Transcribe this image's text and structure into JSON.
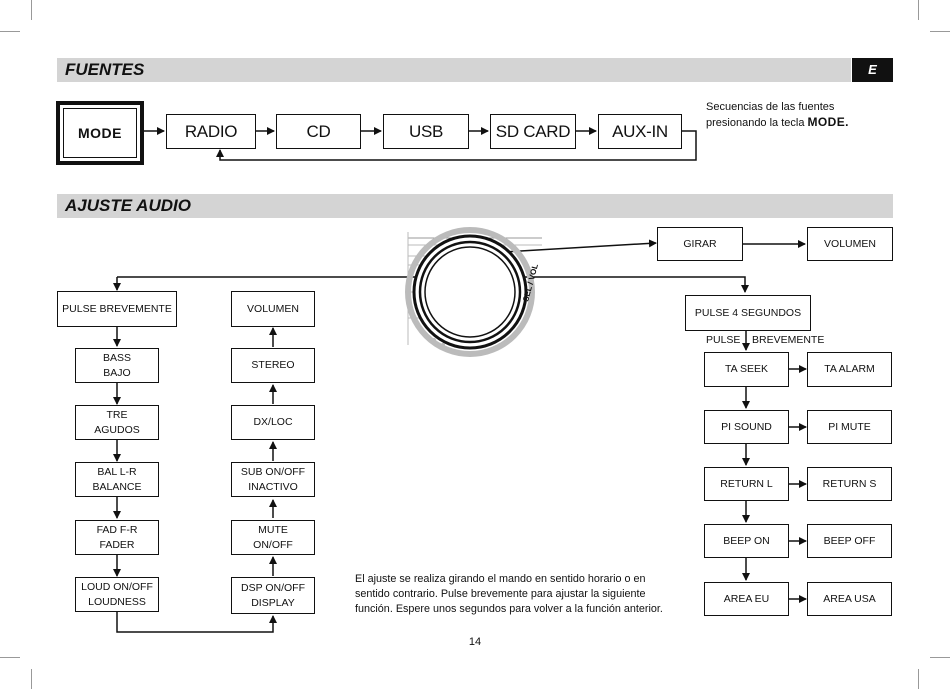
{
  "fuentes": {
    "title": "FUENTES",
    "lang_tag": "E",
    "mode_button": "MODE",
    "sources": [
      "RADIO",
      "CD",
      "USB",
      "SD CARD",
      "AUX-IN"
    ],
    "note_text": "Secuencias de las fuentes presionando la tecla",
    "note_key": "MODE."
  },
  "ajuste": {
    "title": "AJUSTE AUDIO",
    "knob_label": "SEL / VOL",
    "left_col": {
      "head": "PULSE BREVEMENTE",
      "items": [
        [
          "BASS",
          "BAJO"
        ],
        [
          "TRE",
          "AGUDOS"
        ],
        [
          "BAL L-R",
          "BALANCE"
        ],
        [
          "FAD F-R",
          "FADER"
        ],
        [
          "LOUD ON/OFF",
          "LOUDNESS"
        ]
      ]
    },
    "mid_col": {
      "items": [
        [
          "VOLUMEN"
        ],
        [
          "STEREO"
        ],
        [
          "DX/LOC"
        ],
        [
          "SUB ON/OFF",
          "INACTIVO"
        ],
        [
          "MUTE",
          "ON/OFF"
        ],
        [
          "DSP ON/OFF",
          "DISPLAY"
        ]
      ]
    },
    "rotate": {
      "girar": "GIRAR",
      "volumen": "VOLUMEN"
    },
    "right": {
      "head": "PULSE 4 SEGUNDOS",
      "pulse_label": "PULSE",
      "brevemente_label": "BREVEMENTE",
      "rows": [
        [
          "TA SEEK",
          "TA ALARM"
        ],
        [
          "PI SOUND",
          "PI MUTE"
        ],
        [
          "RETURN L",
          "RETURN S"
        ],
        [
          "BEEP ON",
          "BEEP OFF"
        ],
        [
          "AREA EU",
          "AREA USA"
        ]
      ]
    },
    "explanation": "El ajuste se realiza girando el mando en sentido  horario o en sentido contrario. Pulse brevemente para ajustar la siguiente función. Espere unos segundos para volver a la función anterior."
  },
  "page_number": "14"
}
